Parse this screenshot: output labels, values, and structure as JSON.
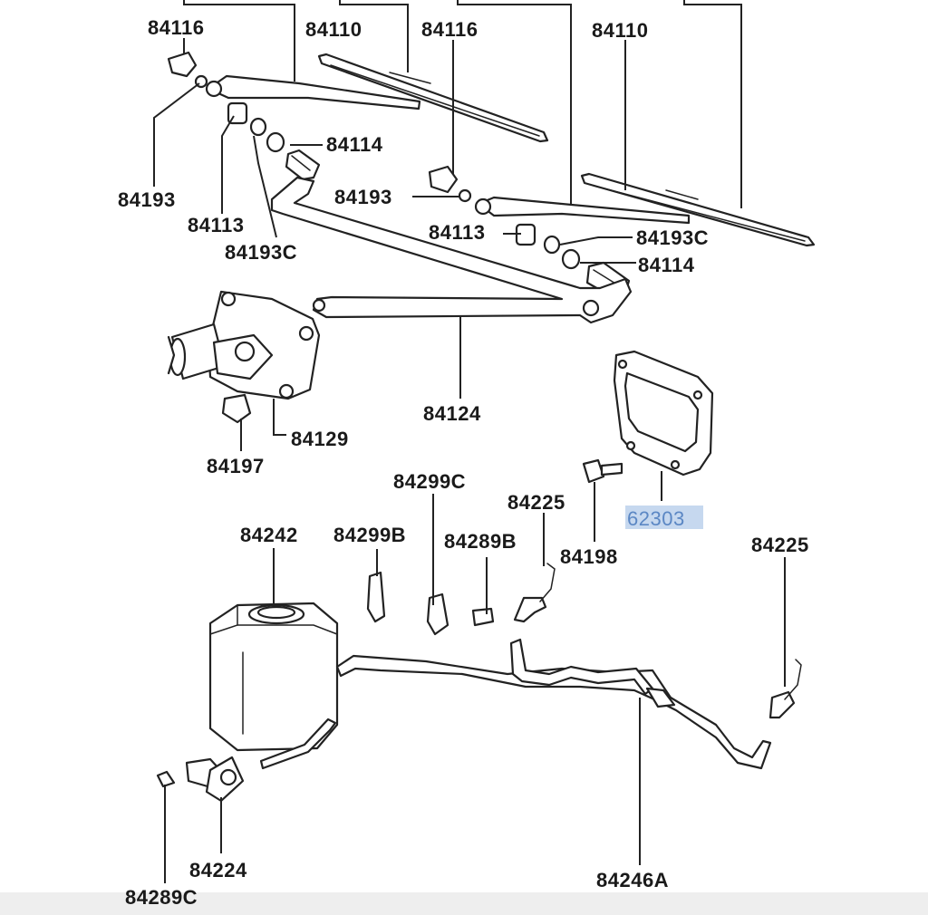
{
  "labels": {
    "top_left_84116": "84116",
    "top_84110_a": "84110",
    "top_84116_b": "84116",
    "top_84110_b": "84110",
    "l_84114_a": "84114",
    "l_84193_left": "84193",
    "l_84193_mid": "84193",
    "l_84113_a": "84113",
    "l_84193C_a": "84193C",
    "l_84113_b": "84113",
    "l_84193C_b": "84193C",
    "l_84114_b": "84114",
    "l_84124": "84124",
    "l_84129": "84129",
    "l_84197": "84197",
    "l_84299C": "84299C",
    "l_84225_a": "84225",
    "l_62303": "62303",
    "l_84242": "84242",
    "l_84299B": "84299B",
    "l_84289B": "84289B",
    "l_84198": "84198",
    "l_84225_b": "84225",
    "l_84224": "84224",
    "l_84246A": "84246A",
    "l_84289C": "84289C"
  },
  "highlight": {
    "part": "62303",
    "color": "#c6d8ef",
    "text_color": "#5b87c4"
  }
}
